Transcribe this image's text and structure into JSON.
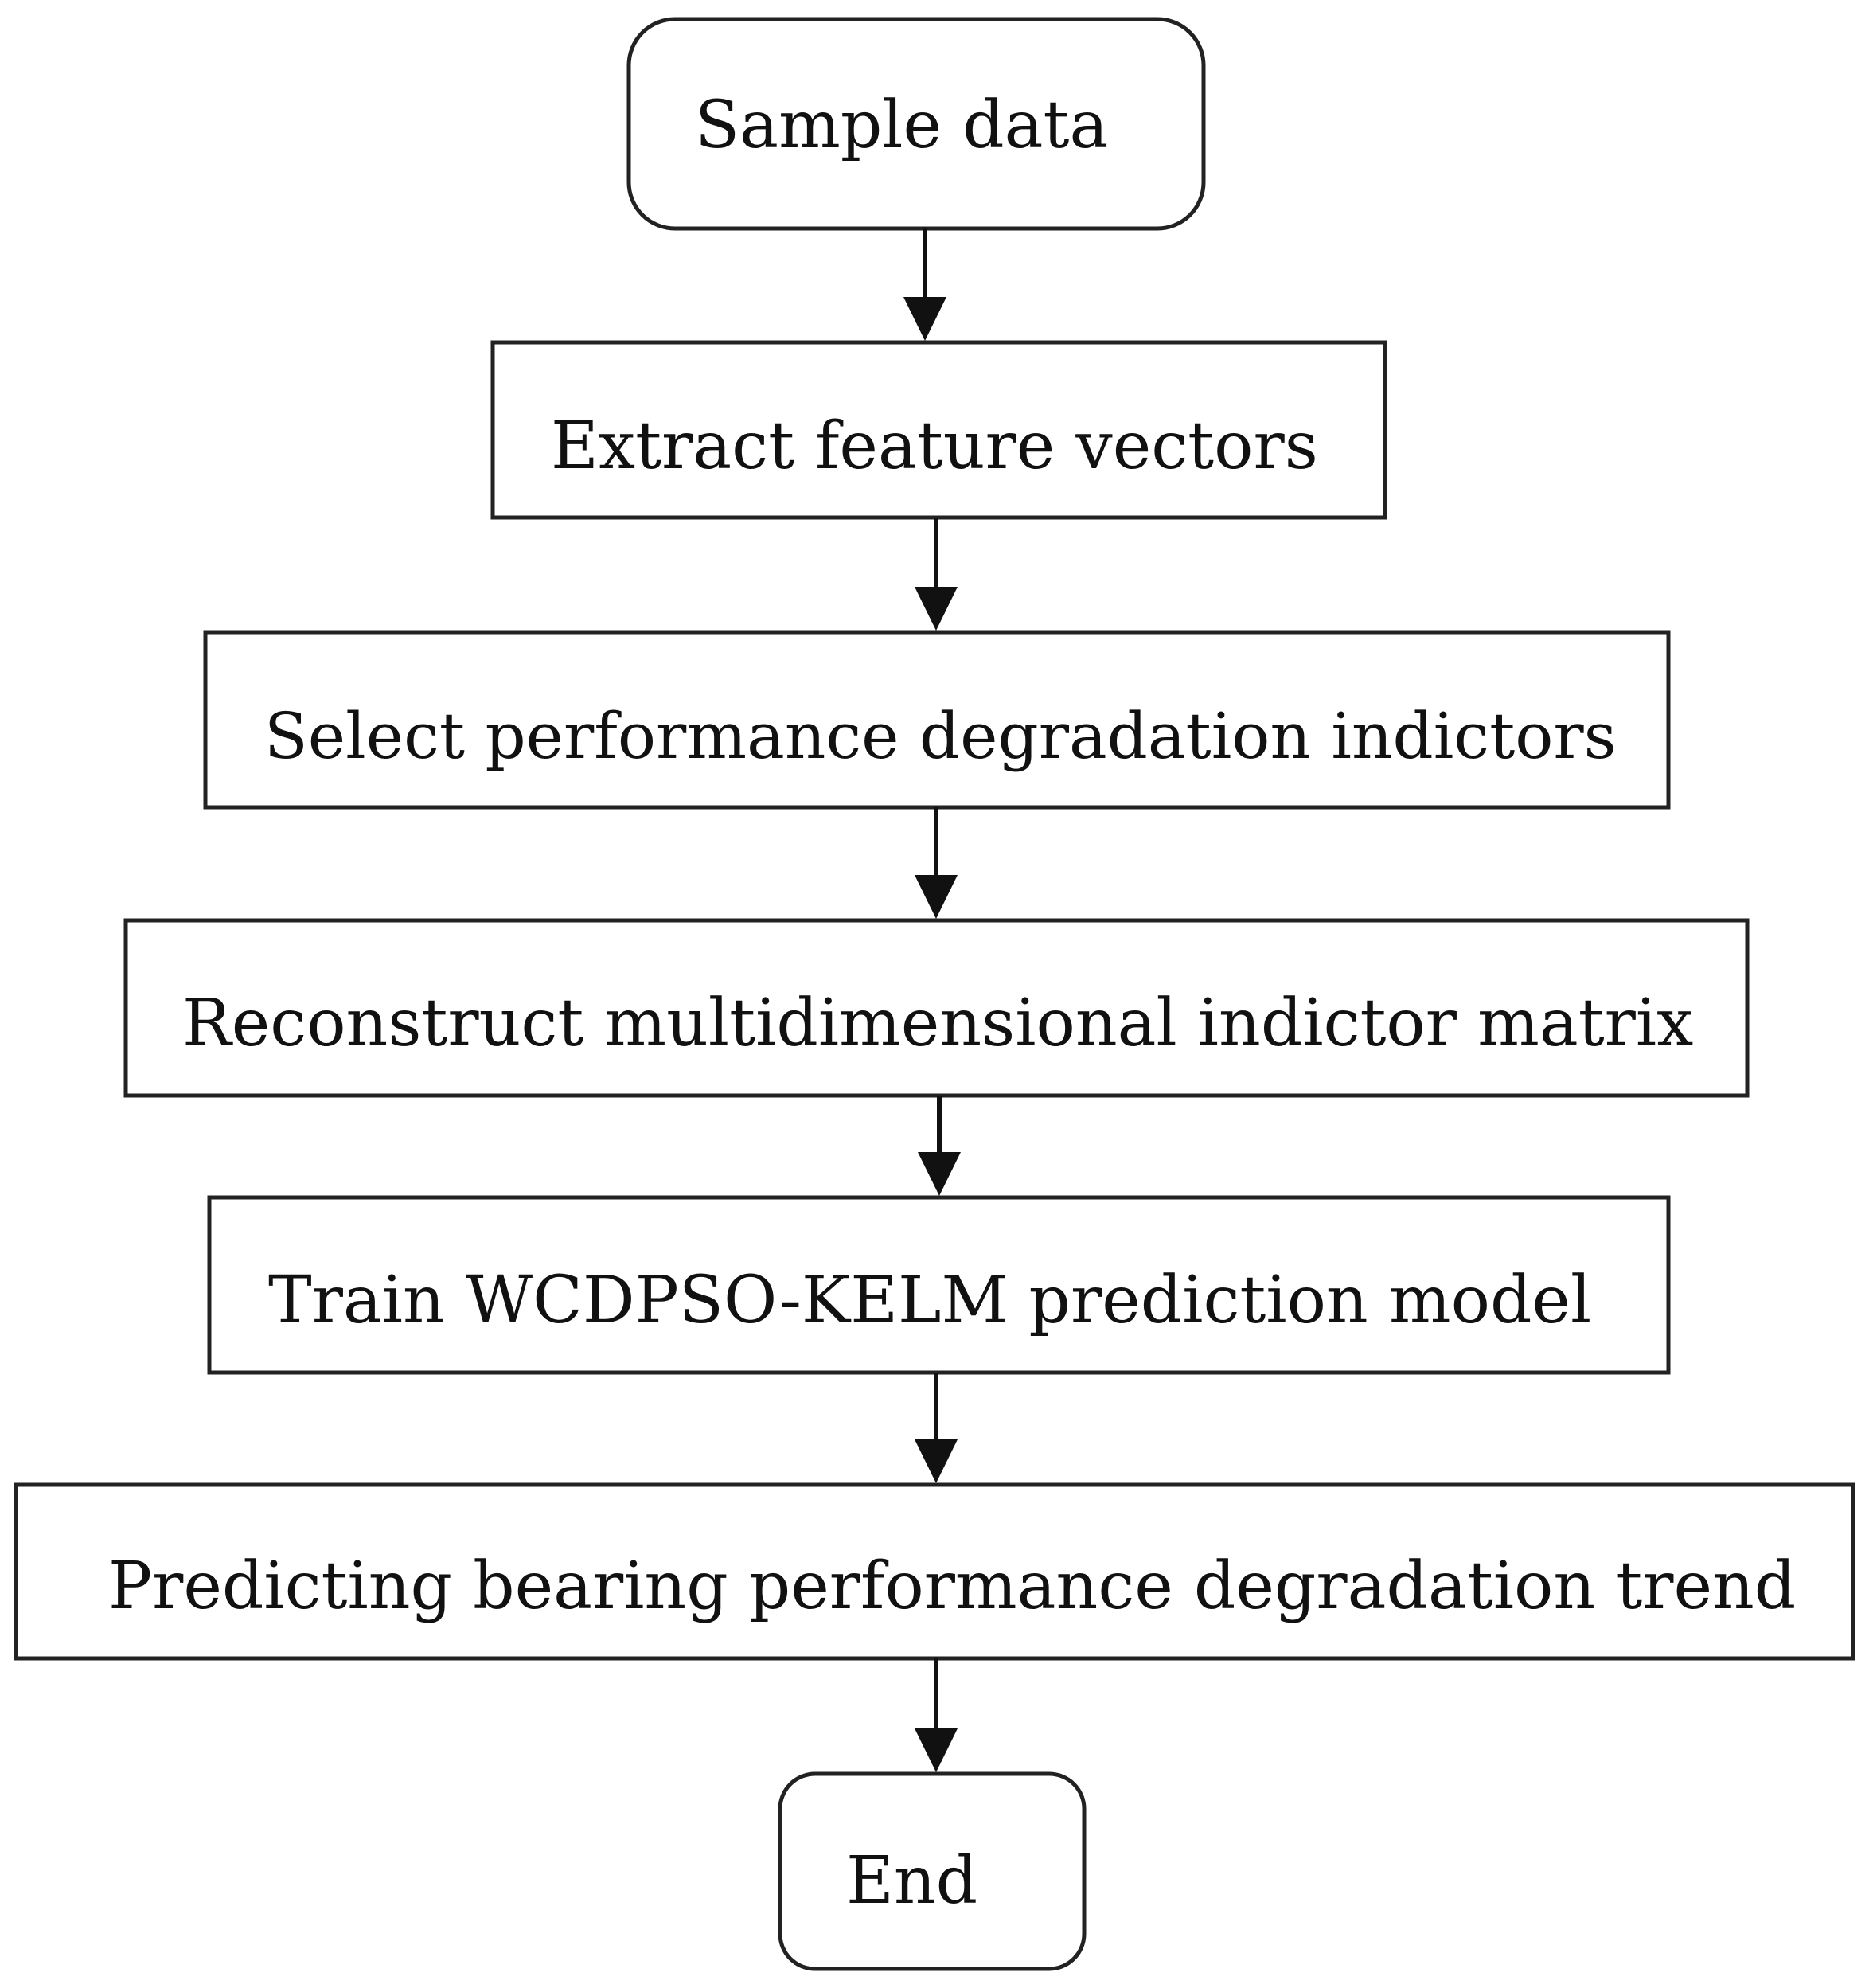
{
  "diagram": {
    "nodes": [
      {
        "id": "sample-data",
        "shape": "rounded",
        "label": "Sample data"
      },
      {
        "id": "extract-feature-vectors",
        "shape": "rect",
        "label": "Extract feature vectors"
      },
      {
        "id": "select-performance-degradation-indictors",
        "shape": "rect",
        "label": "Select performance degradation indictors"
      },
      {
        "id": "reconstruct-multidimensional-indictor-matrix",
        "shape": "rect",
        "label": "Reconstruct multidimensional indictor matrix"
      },
      {
        "id": "train-wcdpso-kelm-prediction-model",
        "shape": "rect",
        "label": "Train WCDPSO-KELM prediction model"
      },
      {
        "id": "predicting-bearing-performance-degradation-trend",
        "shape": "rect",
        "label": "Predicting bearing performance degradation trend"
      },
      {
        "id": "end",
        "shape": "rounded",
        "label": "End"
      }
    ],
    "edges": [
      {
        "from": "sample-data",
        "to": "extract-feature-vectors"
      },
      {
        "from": "extract-feature-vectors",
        "to": "select-performance-degradation-indictors"
      },
      {
        "from": "select-performance-degradation-indictors",
        "to": "reconstruct-multidimensional-indictor-matrix"
      },
      {
        "from": "reconstruct-multidimensional-indictor-matrix",
        "to": "train-wcdpso-kelm-prediction-model"
      },
      {
        "from": "train-wcdpso-kelm-prediction-model",
        "to": "predicting-bearing-performance-degradation-trend"
      },
      {
        "from": "predicting-bearing-performance-degradation-trend",
        "to": "end"
      }
    ]
  }
}
